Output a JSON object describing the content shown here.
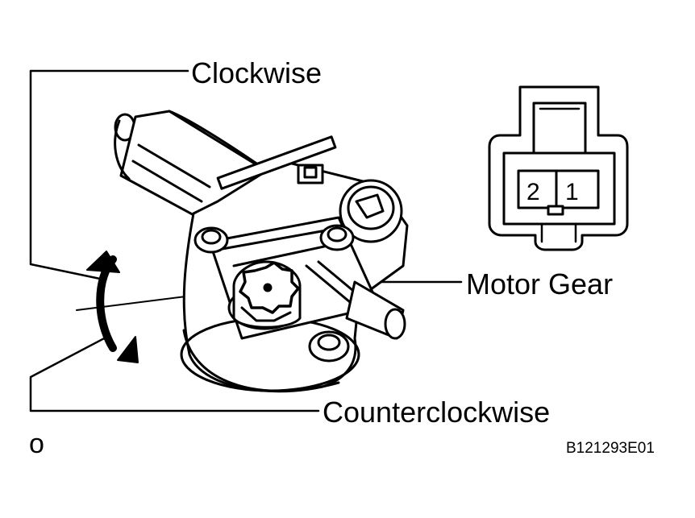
{
  "labels": {
    "clockwise": "Clockwise",
    "motor_gear": "Motor Gear",
    "counterclockwise": "Counterclockwise",
    "result_symbol": "o",
    "figure_code": "B121293E01"
  },
  "connector": {
    "pins": [
      "2",
      "1"
    ]
  },
  "colors": {
    "line": "#000000",
    "background": "#ffffff"
  }
}
